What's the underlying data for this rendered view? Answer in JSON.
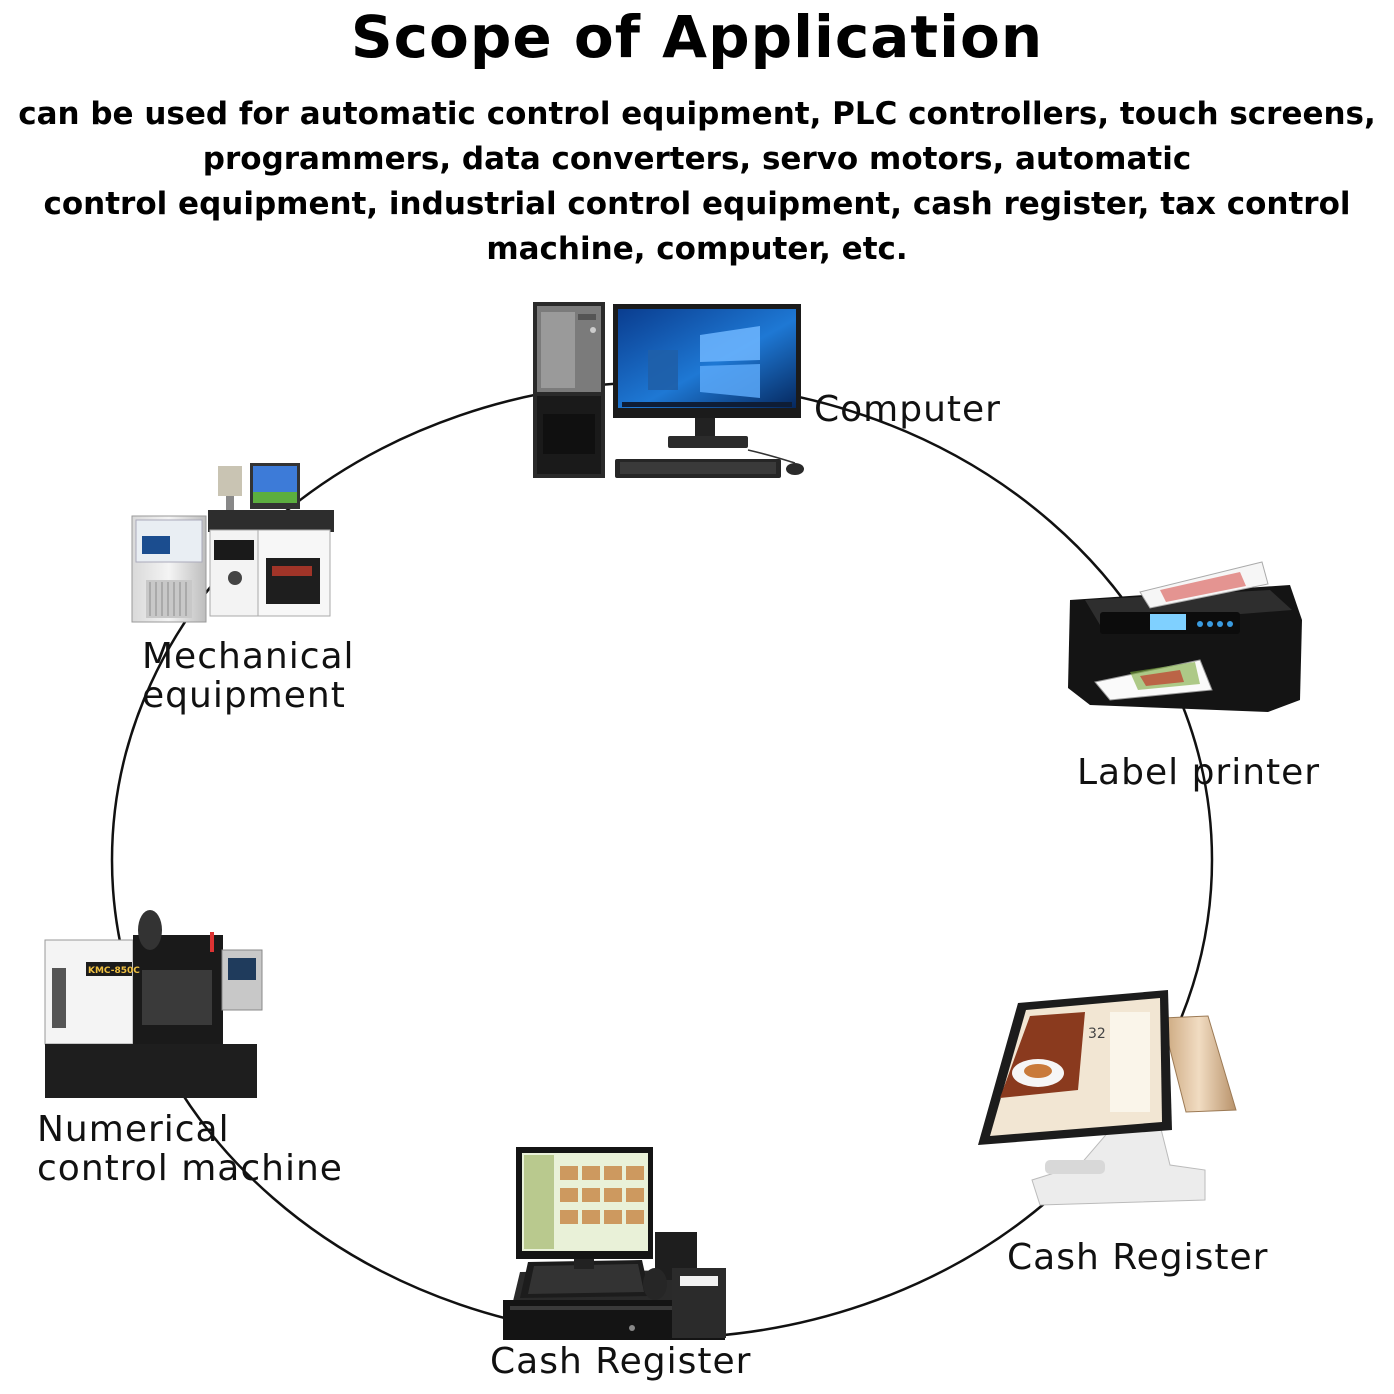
{
  "title": "Scope of Application",
  "subtitle_lines": [
    "can be used for automatic control equipment, PLC controllers, touch screens,",
    "programmers, data converters, servo motors, automatic",
    "control equipment, industrial control equipment, cash register, tax control",
    "machine, computer, etc."
  ],
  "nodes": {
    "computer": "Computer",
    "label_printer": "Label printer",
    "cash_register_right": "Cash Register",
    "cash_register_bottom": "Cash Register",
    "numerical_control_line1": "Numerical",
    "numerical_control_line2": "control machine",
    "mechanical_line1": "Mechanical",
    "mechanical_line2": "equipment"
  },
  "machine_panel_text": "KMC-850C"
}
